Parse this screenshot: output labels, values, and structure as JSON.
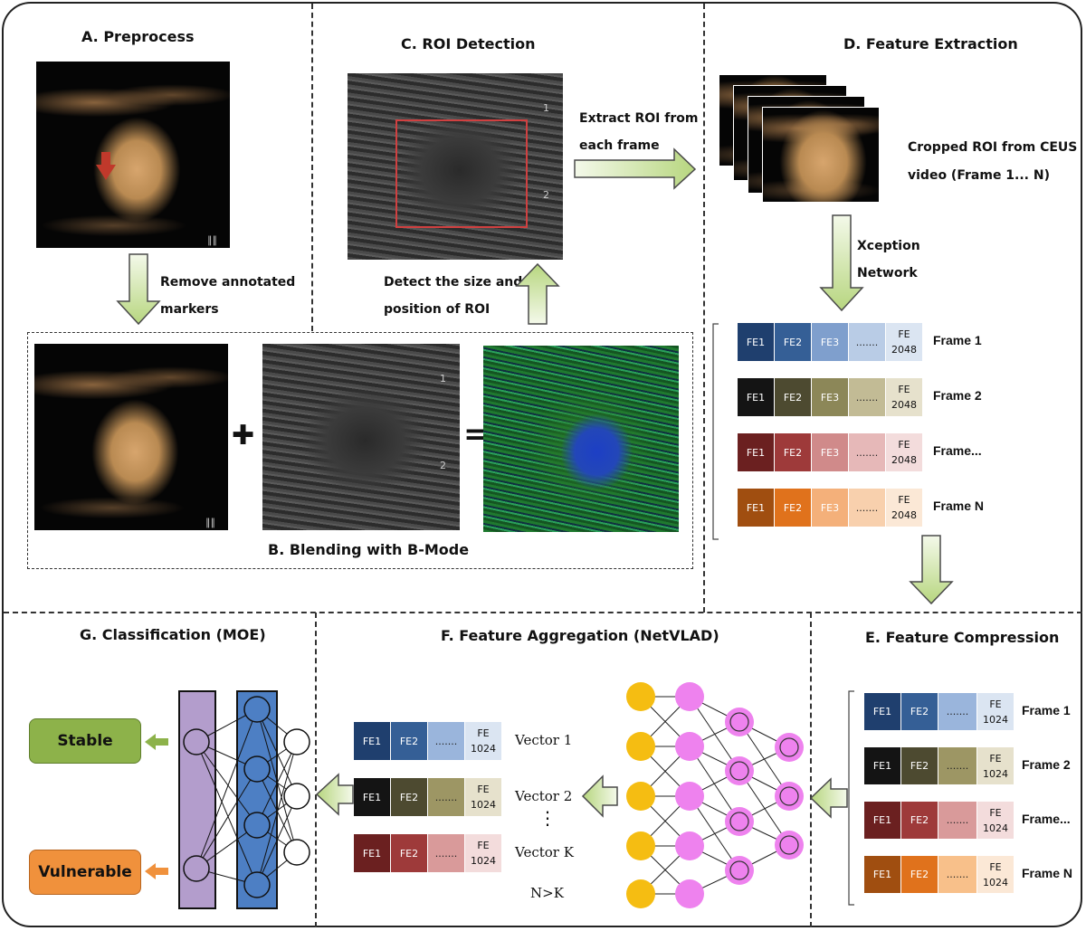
{
  "sections": {
    "preprocess": "A.  Preprocess",
    "blending": "B. Blending with B-Mode",
    "roi_detection": "C. ROI Detection",
    "feature_extraction": "D. Feature Extraction",
    "feature_compression": "E. Feature Compression",
    "feature_aggregation": "F. Feature Aggregation (NetVLAD)",
    "classification": "G. Classification (MOE)"
  },
  "notes": {
    "remove_line1": "Remove annotated",
    "remove_line2": "markers",
    "detect_line1": "Detect the size and",
    "detect_line2": "position of ROI",
    "extract_line1": "Extract ROI from",
    "extract_line2": "each frame",
    "cropped_line1": "Cropped ROI from CEUS",
    "cropped_line2": "video (Frame 1... N)",
    "xception_line1": "Xception",
    "xception_line2": "Network"
  },
  "symbols": {
    "plus": "✚",
    "equals": "="
  },
  "us_scale": {
    "one": "1",
    "two": "2",
    "marks": "∥∥"
  },
  "extraction_rows": [
    {
      "label": "Frame 1",
      "cells": [
        "FE1",
        "FE2",
        "FE3",
        "......."
      ],
      "last": [
        "FE",
        "2048"
      ],
      "colors": [
        "#1f3f6e",
        "#355f96",
        "#7f9fcd",
        "#b9cce6",
        "#dbe5f2"
      ],
      "textColors": [
        "#fff",
        "#fff",
        "#fff",
        "#222",
        "#111"
      ]
    },
    {
      "label": "Frame 2",
      "cells": [
        "FE1",
        "FE2",
        "FE3",
        "......."
      ],
      "last": [
        "FE",
        "2048"
      ],
      "colors": [
        "#141414",
        "#4d4a30",
        "#8c8758",
        "#c2bb95",
        "#e6e1cc"
      ],
      "textColors": [
        "#fff",
        "#fff",
        "#fff",
        "#222",
        "#111"
      ]
    },
    {
      "label": "Frame...",
      "cells": [
        "FE1",
        "FE2",
        "FE3",
        "......."
      ],
      "last": [
        "FE",
        "2048"
      ],
      "colors": [
        "#6b2020",
        "#9e3a3a",
        "#d08a8a",
        "#e6b8b8",
        "#f3dcdc"
      ],
      "textColors": [
        "#fff",
        "#fff",
        "#fff",
        "#222",
        "#111"
      ]
    },
    {
      "label": "Frame N",
      "cells": [
        "FE1",
        "FE2",
        "FE3",
        "......."
      ],
      "last": [
        "FE",
        "2048"
      ],
      "colors": [
        "#a04e10",
        "#e0721c",
        "#f4b07a",
        "#f8d0ad",
        "#fbe8d6"
      ],
      "textColors": [
        "#fff",
        "#fff",
        "#fff",
        "#222",
        "#111"
      ]
    }
  ],
  "compression_rows": [
    {
      "label": "Frame 1",
      "cells": [
        "FE1",
        "FE2",
        "......."
      ],
      "last": [
        "FE",
        "1024"
      ],
      "colors": [
        "#1f3f6e",
        "#355f96",
        "#9ab5dc",
        "#dbe5f2"
      ],
      "textColors": [
        "#fff",
        "#fff",
        "#222",
        "#111"
      ]
    },
    {
      "label": "Frame 2",
      "cells": [
        "FE1",
        "FE2",
        "......."
      ],
      "last": [
        "FE",
        "1024"
      ],
      "colors": [
        "#141414",
        "#4d4a30",
        "#9d9664",
        "#e6e1cc"
      ],
      "textColors": [
        "#fff",
        "#fff",
        "#222",
        "#111"
      ]
    },
    {
      "label": "Frame...",
      "cells": [
        "FE1",
        "FE2",
        "......."
      ],
      "last": [
        "FE",
        "1024"
      ],
      "colors": [
        "#6b2020",
        "#9e3a3a",
        "#d99a9a",
        "#f3dcdc"
      ],
      "textColors": [
        "#fff",
        "#fff",
        "#222",
        "#111"
      ]
    },
    {
      "label": "Frame N",
      "cells": [
        "FE1",
        "FE2",
        "......."
      ],
      "last": [
        "FE",
        "1024"
      ],
      "colors": [
        "#a04e10",
        "#e0721c",
        "#f8c08a",
        "#fbe8d6"
      ],
      "textColors": [
        "#fff",
        "#fff",
        "#222",
        "#111"
      ]
    }
  ],
  "aggregation_rows": [
    {
      "label": "Vector 1",
      "cells": [
        "FE1",
        "FE2",
        "......."
      ],
      "last": [
        "FE",
        "1024"
      ],
      "colors": [
        "#1f3f6e",
        "#355f96",
        "#9ab5dc",
        "#dbe5f2"
      ],
      "textColors": [
        "#fff",
        "#fff",
        "#222",
        "#111"
      ]
    },
    {
      "label": "Vector 2",
      "cells": [
        "FE1",
        "FE2",
        "......."
      ],
      "last": [
        "FE",
        "1024"
      ],
      "colors": [
        "#141414",
        "#4d4a30",
        "#9d9664",
        "#e6e1cc"
      ],
      "textColors": [
        "#fff",
        "#fff",
        "#222",
        "#111"
      ]
    },
    {
      "label": "Vector K",
      "cells": [
        "FE1",
        "FE2",
        "......."
      ],
      "last": [
        "FE",
        "1024"
      ],
      "colors": [
        "#6b2020",
        "#9e3a3a",
        "#d99a9a",
        "#f3dcdc"
      ],
      "textColors": [
        "#fff",
        "#fff",
        "#222",
        "#111"
      ]
    }
  ],
  "aggregation_ellipsis": "⋮",
  "aggregation_note": "N>K",
  "classification": {
    "stable": "Stable",
    "vulnerable": "Vulnerable",
    "stable_color": "#8db24a",
    "vulnerable_color": "#f0913c"
  },
  "colors": {
    "arrow_fill_top": "#f4f9ea",
    "arrow_fill_bottom": "#b7d67f",
    "arrow_stroke": "#4a4a4a",
    "node_yellow": "#f5bd12",
    "node_pink": "#ee82ee",
    "moe_purple": "#b39dcc",
    "moe_blue": "#4d7fc4"
  }
}
